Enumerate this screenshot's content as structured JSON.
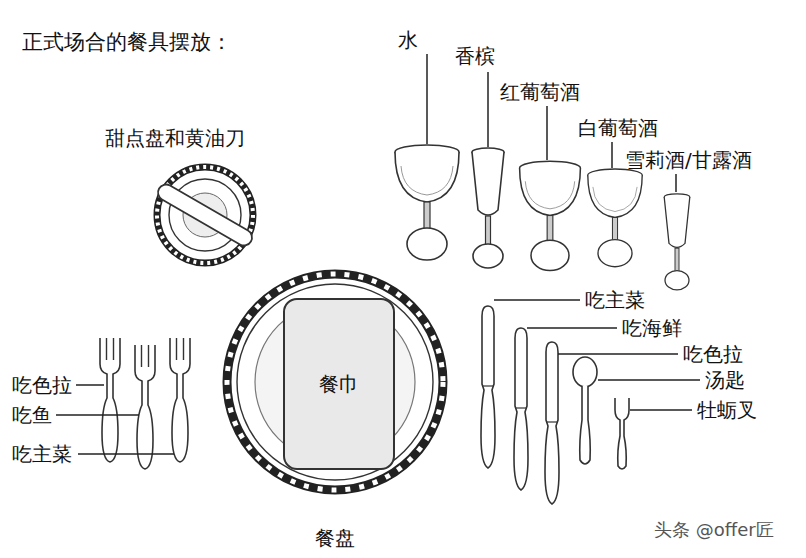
{
  "diagram": {
    "title": "正式场合的餐具摆放：",
    "nodes": [
      {
        "text": [
          "餐巾"
        ]
      }
    ],
    "edges": [],
    "labels": [
      "水",
      "香槟",
      "红葡萄酒",
      "白葡萄酒",
      "雪莉酒/甘露酒",
      "甜点盘和黄油刀",
      "吃主菜",
      "吃海鲜",
      "吃色拉",
      "汤匙",
      "牡蛎叉",
      "吃色拉",
      "吃鱼",
      "吃主菜",
      "餐盘",
      "头条 @offer匠"
    ]
  }
}
